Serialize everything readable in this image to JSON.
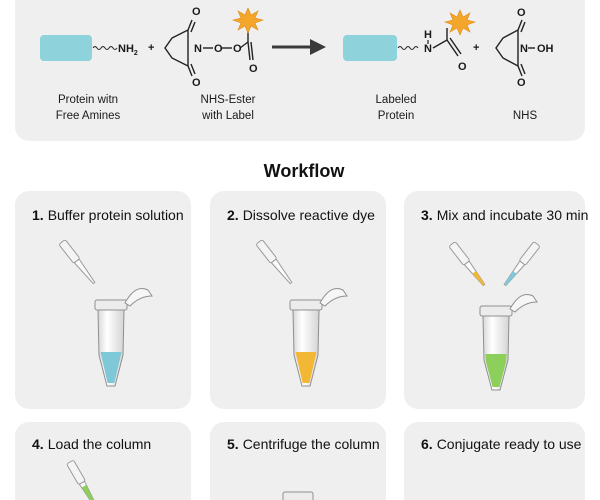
{
  "reaction": {
    "protein_label_lines": [
      "Protein witn",
      "Free Amines"
    ],
    "ester_label_lines": [
      "NHS-Ester",
      "with Label"
    ],
    "labeled_label_lines": [
      "Labeled",
      "Protein"
    ],
    "nhs_label": "NHS",
    "plus": "+",
    "atoms": {
      "nh2": "NH",
      "nh2_sub": "2",
      "o": "O",
      "n": "N",
      "h": "H",
      "oh": "OH",
      "n_oh": "N–OH"
    }
  },
  "workflow": {
    "title": "Workflow",
    "steps": [
      {
        "num": "1.",
        "text": "Buffer protein solution",
        "liquid": "#7ec8d8"
      },
      {
        "num": "2.",
        "text": "Dissolve reactive dye",
        "liquid": "#f2b735"
      },
      {
        "num": "3.",
        "text": "Mix and incubate 30 min",
        "liquid": "#8ccf5a"
      },
      {
        "num": "4.",
        "text": "Load the column",
        "liquid": "#8ccf5a"
      },
      {
        "num": "5.",
        "text": "Centrifuge the column",
        "liquid": ""
      },
      {
        "num": "6.",
        "text": "Conjugate ready to use",
        "liquid": ""
      }
    ]
  },
  "colors": {
    "panel": "#efefef",
    "protein": "#8ed3dc",
    "star": "#f4a62a",
    "arrow": "#3a3a3a",
    "cyan_liquid": "#7ec8d8",
    "yellow_liquid": "#f2b735",
    "green_liquid": "#8ccf5a"
  }
}
